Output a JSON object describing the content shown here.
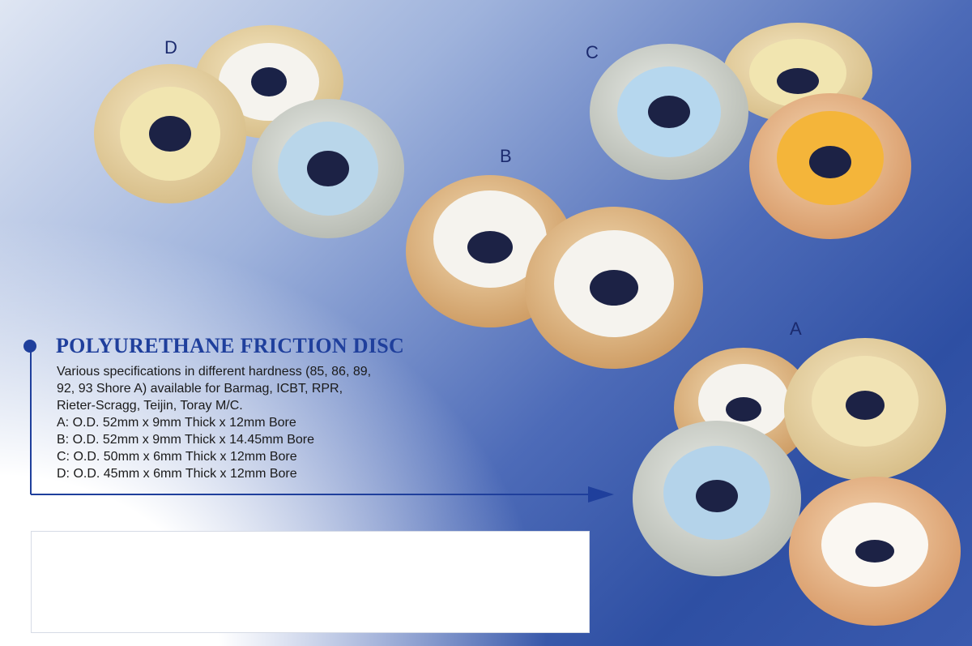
{
  "labels": {
    "a": "A",
    "b": "B",
    "c": "C",
    "d": "D"
  },
  "product": {
    "title": "POLYURETHANE FRICTION DISC",
    "description_lines": [
      "Various specifications in different hardness (85, 86, 89,",
      "92, 93 Shore A) available for Barmag,  ICBT, RPR,",
      "Rieter-Scragg,  Teijin, Toray M/C."
    ],
    "specs": [
      "A: O.D. 52mm x 9mm Thick x 12mm Bore",
      "B: O.D. 52mm x 9mm Thick x 14.45mm Bore",
      "C: O.D. 50mm x 6mm Thick x 12mm Bore",
      "D: O.D. 45mm x 6mm Thick x 12mm Bore"
    ]
  },
  "colors": {
    "heading": "#1f3f9c",
    "arrow": "#1f3f9c",
    "label": "#1b2a6e"
  }
}
